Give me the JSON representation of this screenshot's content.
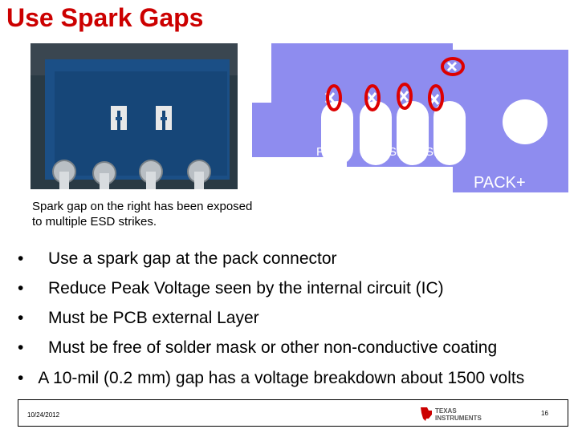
{
  "slide": {
    "title": "Use Spark Gaps",
    "caption": "Spark gap on the right has been exposed to multiple ESD strikes.",
    "pcb_labels": {
      "pres": "PRES",
      "t": "T",
      "smd1": "SMD",
      "smd2": "SMC",
      "pack_minus": "PACK-",
      "pack_plus": "PACK+"
    },
    "bullets": [
      "Use a spark gap at the pack connector",
      "Reduce Peak Voltage seen by the internal circuit (IC)",
      "Must be PCB external Layer",
      "Must be free of solder mask or other non-conductive coating"
    ],
    "last_bullet": "A 10-mil (0.2 mm) gap has a voltage breakdown about 1500 volts",
    "bullet_glyph": "•"
  },
  "footer": {
    "date": "10/24/2012",
    "logo_line1": "TEXAS",
    "logo_line2": "INSTRUMENTS",
    "page": "16"
  },
  "colors": {
    "title": "#cc0000",
    "pcb_blue": "#8e8cef",
    "highlight": "#dd0000",
    "logo_red": "#cc0000"
  }
}
